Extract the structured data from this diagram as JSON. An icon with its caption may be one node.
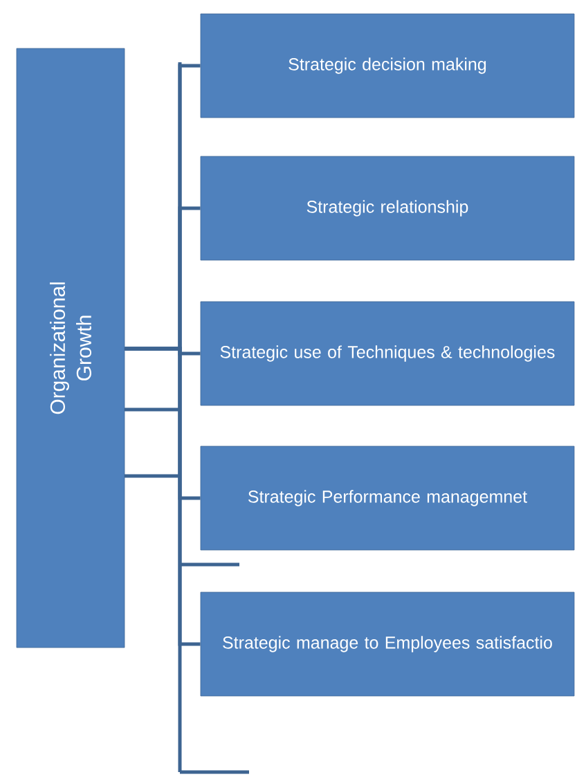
{
  "diagram": {
    "nodes": [
      {
        "text": [
          "Organizational Growth"
        ]
      },
      {
        "text": [
          "Strategic decision making"
        ]
      },
      {
        "text": [
          "Strategic relationship"
        ]
      },
      {
        "text": [
          "Strategic use of Techniques & technologies"
        ]
      },
      {
        "text": [
          "Strategic Performance managemnet"
        ]
      },
      {
        "text": [
          "Strategic manage to Employees satisfactio"
        ]
      }
    ],
    "edges": [
      {
        "from": 0,
        "to": 1,
        "arrow": "none"
      },
      {
        "from": 0,
        "to": 2,
        "arrow": "none"
      },
      {
        "from": 0,
        "to": 3,
        "arrow": "none"
      },
      {
        "from": 0,
        "to": 4,
        "arrow": "none"
      },
      {
        "from": 0,
        "to": 5,
        "arrow": "none"
      }
    ]
  }
}
